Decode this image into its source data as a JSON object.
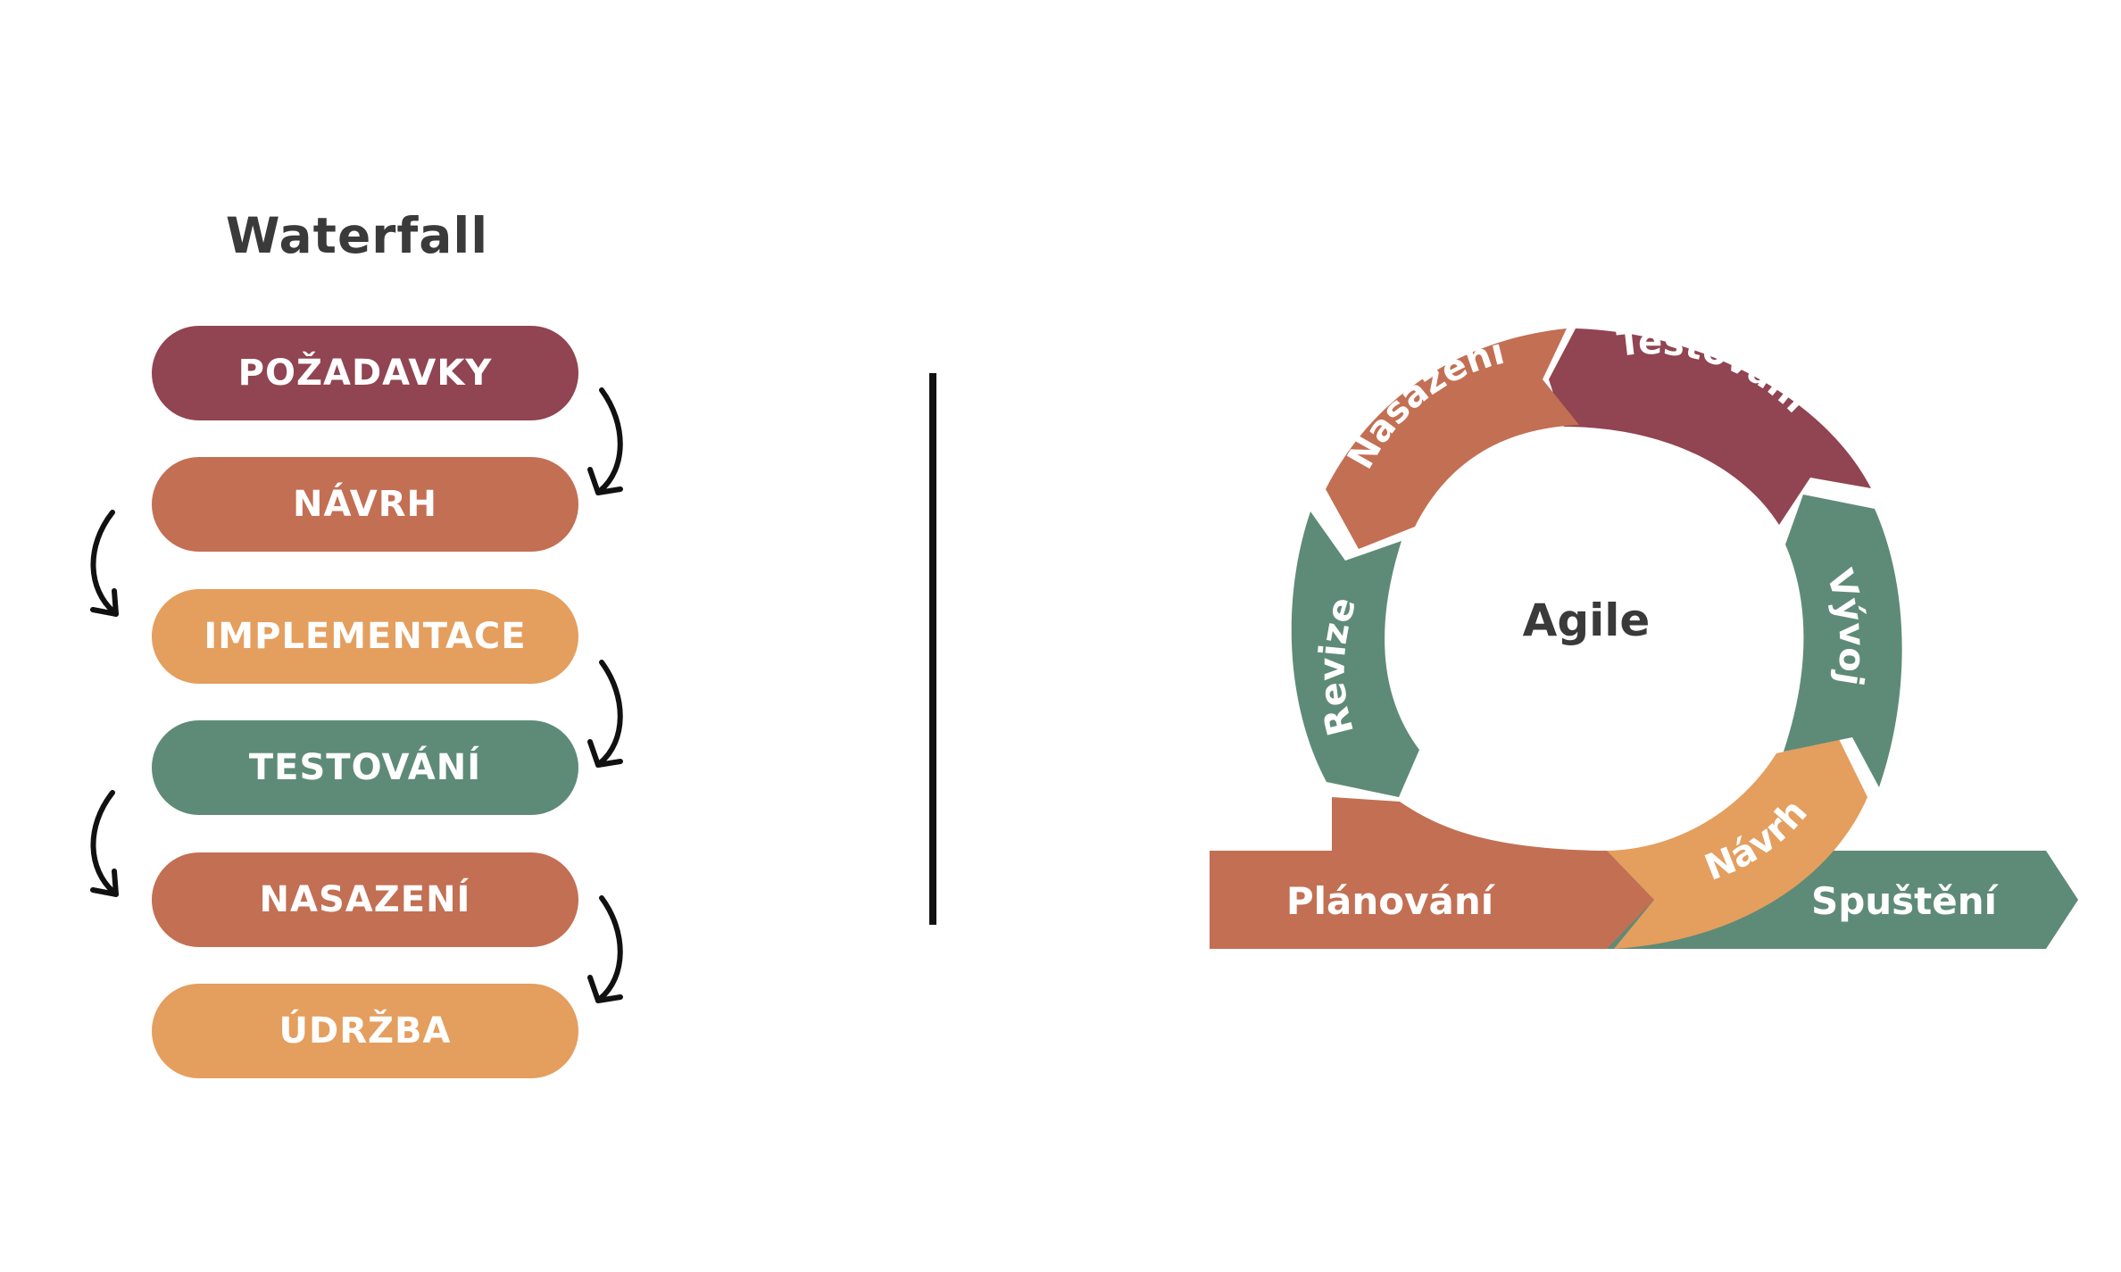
{
  "waterfall": {
    "title": "Waterfall",
    "steps": [
      {
        "label": "POŽADAVKY",
        "color": "#914451"
      },
      {
        "label": "NÁVRH",
        "color": "#C36F53"
      },
      {
        "label": "IMPLEMENTACE",
        "color": "#E49E5E"
      },
      {
        "label": "TESTOVÁNÍ",
        "color": "#5E8B77"
      },
      {
        "label": "NASAZENÍ",
        "color": "#C36F53"
      },
      {
        "label": "ÚDRŽBA",
        "color": "#E49E5E"
      }
    ]
  },
  "agile": {
    "center_label": "Agile",
    "segments": [
      {
        "label": "Testování",
        "color": "#914451"
      },
      {
        "label": "Vývoj",
        "color": "#5E8B77"
      },
      {
        "label": "Návrh",
        "color": "#E49E5E"
      },
      {
        "label": "Revize",
        "color": "#5E8B77"
      },
      {
        "label": "Nasazení",
        "color": "#C36F53"
      }
    ],
    "start_label": "Plánování",
    "start_color": "#C36F53",
    "end_label": "Spuštění",
    "end_color": "#5E8B77"
  }
}
